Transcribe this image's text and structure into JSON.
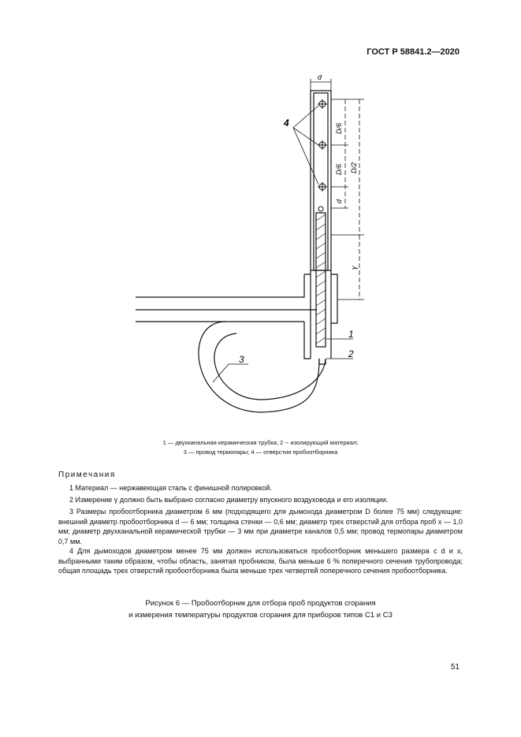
{
  "header": {
    "standard": "ГОСТ Р 58841.2—2020"
  },
  "figure": {
    "labels": {
      "d_top": "d",
      "d_side": "d",
      "D6_a": "D/6",
      "D6_b": "D/6",
      "D2": "D/2",
      "gamma": "γ",
      "item1": "1",
      "item2": "2",
      "item3": "3",
      "item4": "4"
    }
  },
  "legend": {
    "line1": "1 — двухканальная керамическая трубка; 2 -- изолирующий материал;",
    "line2": "3 — провод термопары; 4 — отверстия пробоотборника"
  },
  "notes": {
    "title": "Примечания",
    "items": [
      "1 Материал — нержавеющая сталь с финишной полировкой.",
      "2 Измерение γ должно быть выбрано согласно диаметру впускного воздуховода и его изоляции.",
      "3 Размеры пробоотборника диаметром 6 мм (подходящего для дымохода диаметром D более 75 мм) следующие: внешний диаметр пробоотборника d — 6 мм; толщина стенки — 0,6 мм; диаметр трех отверстий для отбора проб x — 1,0 мм; диаметр двухканальной керамической трубки — 3 мм при диаметре каналов 0,5 мм; провод термопары диаметром 0,7 мм.",
      "4 Для дымоходов диаметром менее 75 мм должен использоваться пробоотборник меньшего размера с d и x, выбранными таким образом, чтобы область, занятая пробником, была меньше 6 % поперечного сечения трубопровода; общая площадь трех отверстий пробоотборника была меньше трех четвертей поперечного сечения пробоотборника."
    ]
  },
  "caption": {
    "line1": "Рисунок 6 — Пробоотборник для отбора проб продуктов сгорания",
    "line2": "и измерения температуры продуктов сгорания для приборов типов C1 и C3"
  },
  "page_number": "51"
}
